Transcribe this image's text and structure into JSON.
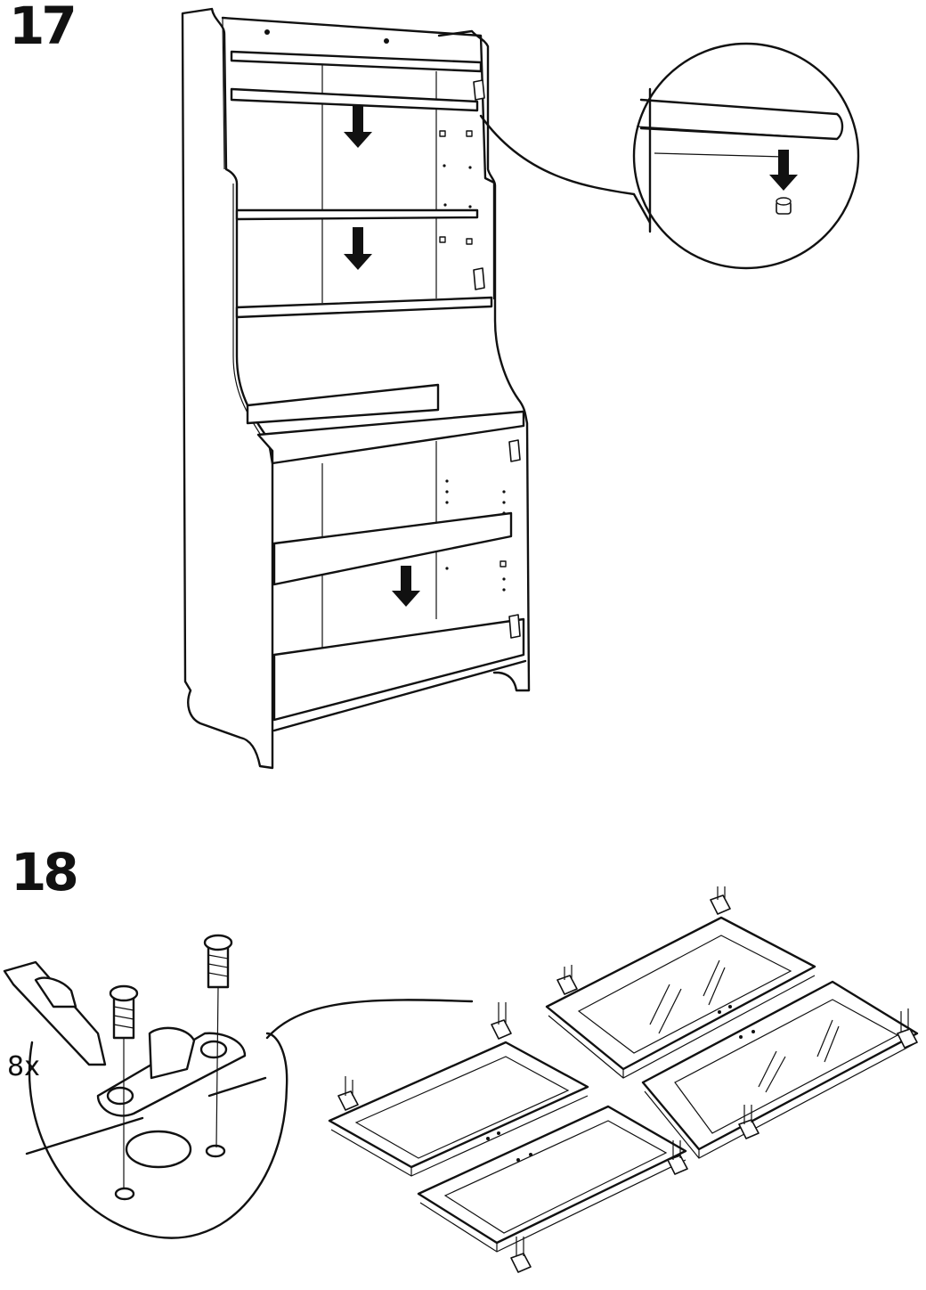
{
  "steps": [
    {
      "number": "17"
    },
    {
      "number": "18",
      "quantity": "8x"
    }
  ]
}
